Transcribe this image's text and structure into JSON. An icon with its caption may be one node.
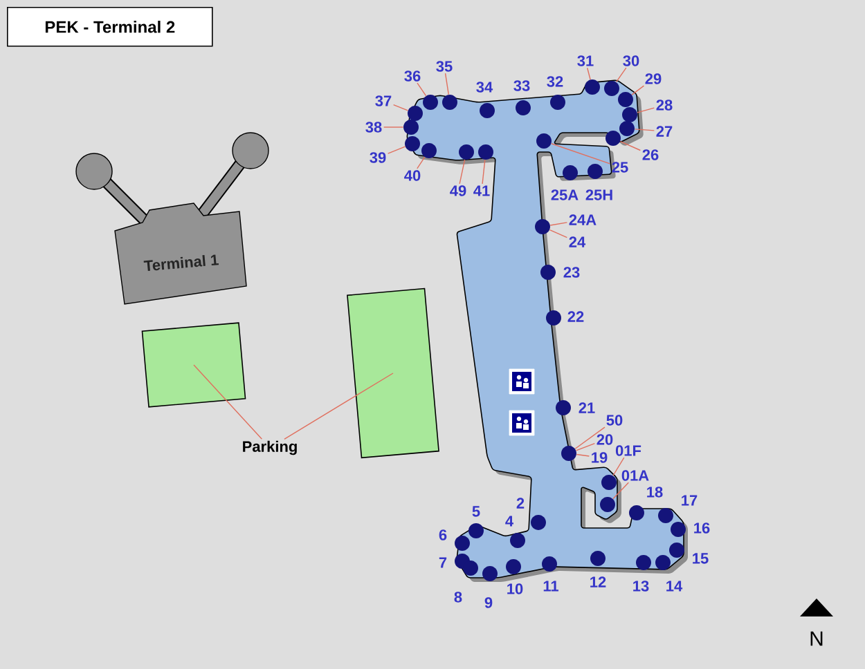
{
  "diagram": {
    "title": "PEK - Terminal 2",
    "nodes": [
      {
        "text": [
          "Terminal 1"
        ]
      },
      {
        "text": [],
        "shape": "box"
      },
      {
        "text": [],
        "shape": "box"
      },
      {
        "text": [
          "Parking"
        ]
      },
      {
        "text": [
          "36"
        ]
      },
      {
        "text": [],
        "shape": "circle"
      },
      {
        "text": [
          "35"
        ]
      },
      {
        "text": [],
        "shape": "circle"
      },
      {
        "text": [],
        "shape": "circle",
        "beside": [
          "34"
        ]
      },
      {
        "text": [],
        "shape": "circle",
        "beside": [
          "33"
        ]
      },
      {
        "text": [],
        "shape": "circle",
        "beside": [
          "32"
        ]
      },
      {
        "text": [
          "31"
        ]
      },
      {
        "text": [],
        "shape": "circle"
      },
      {
        "text": [
          "30"
        ]
      },
      {
        "text": [],
        "shape": "circle"
      },
      {
        "text": [
          "29"
        ]
      },
      {
        "text": [],
        "shape": "circle"
      },
      {
        "text": [
          "37"
        ]
      },
      {
        "text": [],
        "shape": "circle"
      },
      {
        "text": [
          "28"
        ]
      },
      {
        "text": [],
        "shape": "circle"
      },
      {
        "text": [
          "38"
        ]
      },
      {
        "text": [],
        "shape": "circle"
      },
      {
        "text": [
          "27"
        ]
      },
      {
        "text": [],
        "shape": "circle"
      },
      {
        "text": [
          "39"
        ]
      },
      {
        "text": [],
        "shape": "circle"
      },
      {
        "text": [
          "40"
        ]
      },
      {
        "text": [],
        "shape": "circle"
      },
      {
        "text": [
          "49"
        ]
      },
      {
        "text": [],
        "shape": "circle"
      },
      {
        "text": [
          "41"
        ]
      },
      {
        "text": [],
        "shape": "circle"
      },
      {
        "text": [
          "26"
        ]
      },
      {
        "text": [],
        "shape": "circle"
      },
      {
        "text": [
          "25"
        ]
      },
      {
        "text": [],
        "shape": "circle"
      },
      {
        "text": [],
        "shape": "circle",
        "beside": [
          "25A"
        ]
      },
      {
        "text": [],
        "shape": "circle",
        "beside": [
          "25H"
        ]
      },
      {
        "text": [],
        "shape": "circle"
      },
      {
        "text": [
          "24A"
        ]
      },
      {
        "text": [
          "24"
        ]
      },
      {
        "text": [],
        "shape": "circle",
        "beside": [
          "23"
        ]
      },
      {
        "text": [],
        "shape": "circle",
        "beside": [
          "22"
        ]
      },
      {
        "text": [],
        "shape": "circle",
        "beside": [
          "21"
        ]
      },
      {
        "text": [
          "50"
        ]
      },
      {
        "text": [
          "20"
        ]
      },
      {
        "text": [
          "19"
        ]
      },
      {
        "text": [],
        "shape": "circle"
      },
      {
        "text": [
          "01F"
        ]
      },
      {
        "text": [],
        "shape": "circle"
      },
      {
        "text": [
          "01A"
        ]
      },
      {
        "text": [],
        "shape": "circle"
      },
      {
        "text": [],
        "shape": "circle",
        "beside": [
          "18"
        ]
      },
      {
        "text": [],
        "shape": "circle",
        "beside": [
          "17"
        ]
      },
      {
        "text": [],
        "shape": "circle",
        "beside": [
          "2"
        ]
      },
      {
        "text": [],
        "shape": "circle",
        "beside": [
          "5"
        ]
      },
      {
        "text": [],
        "shape": "circle",
        "beside": [
          "4"
        ]
      },
      {
        "text": [],
        "shape": "circle",
        "beside": [
          "16"
        ]
      },
      {
        "text": [],
        "shape": "circle",
        "beside": [
          "6"
        ]
      },
      {
        "text": [],
        "shape": "circle",
        "beside": [
          "15"
        ]
      },
      {
        "text": [],
        "shape": "circle",
        "beside": [
          "7"
        ]
      },
      {
        "text": [],
        "shape": "circle",
        "beside": [
          "12"
        ]
      },
      {
        "text": [],
        "shape": "circle",
        "beside": [
          "11"
        ]
      },
      {
        "text": [],
        "shape": "circle",
        "beside": [
          "10"
        ]
      },
      {
        "text": [],
        "shape": "circle",
        "beside": [
          "13"
        ]
      },
      {
        "text": [],
        "shape": "circle",
        "beside": [
          "14"
        ]
      },
      {
        "text": [],
        "shape": "circle",
        "beside": [
          "8"
        ]
      },
      {
        "text": [],
        "shape": "circle",
        "beside": [
          "9"
        ]
      }
    ],
    "edges": [
      {
        "from": 3,
        "to": 1,
        "arrow": "none"
      },
      {
        "from": 3,
        "to": 2,
        "arrow": "none"
      },
      {
        "from": 4,
        "to": 5,
        "arrow": "none"
      },
      {
        "from": 6,
        "to": 7,
        "arrow": "none"
      },
      {
        "from": 11,
        "to": 12,
        "arrow": "none"
      },
      {
        "from": 13,
        "to": 14,
        "arrow": "none"
      },
      {
        "from": 15,
        "to": 16,
        "arrow": "none"
      },
      {
        "from": 17,
        "to": 18,
        "arrow": "none"
      },
      {
        "from": 19,
        "to": 20,
        "arrow": "none"
      },
      {
        "from": 21,
        "to": 22,
        "arrow": "none"
      },
      {
        "from": 23,
        "to": 24,
        "arrow": "none"
      },
      {
        "from": 25,
        "to": 26,
        "arrow": "none"
      },
      {
        "from": 27,
        "to": 28,
        "arrow": "none"
      },
      {
        "from": 29,
        "to": 30,
        "arrow": "none"
      },
      {
        "from": 31,
        "to": 32,
        "arrow": "none"
      },
      {
        "from": 33,
        "to": 34,
        "arrow": "none"
      },
      {
        "from": 35,
        "to": 36,
        "arrow": "none"
      },
      {
        "from": 40,
        "to": 39,
        "arrow": "none"
      },
      {
        "from": 41,
        "to": 39,
        "arrow": "none"
      },
      {
        "from": 45,
        "to": 48,
        "arrow": "none"
      },
      {
        "from": 46,
        "to": 48,
        "arrow": "none"
      },
      {
        "from": 47,
        "to": 48,
        "arrow": "none"
      },
      {
        "from": 49,
        "to": 50,
        "arrow": "none"
      },
      {
        "from": 51,
        "to": 52,
        "arrow": "none"
      }
    ],
    "labels": [
      "N"
    ]
  }
}
